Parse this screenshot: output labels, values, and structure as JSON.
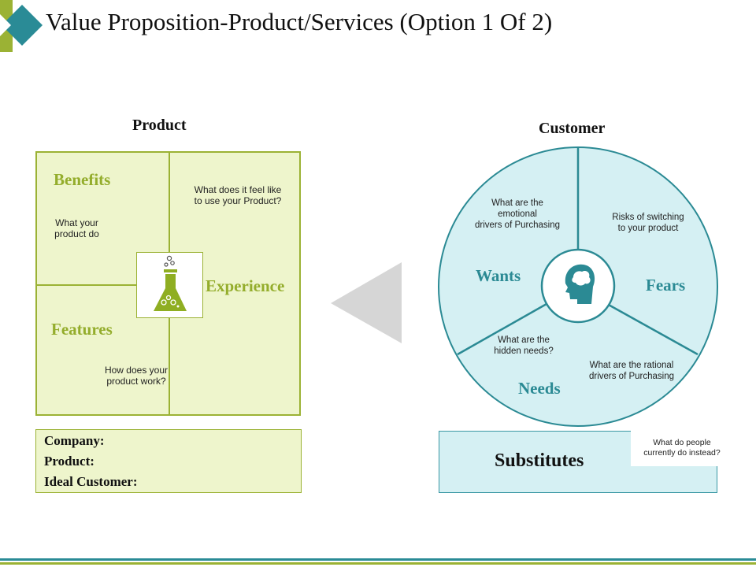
{
  "header": {
    "title": "Value Proposition-Product/Services (Option 1 Of 2)"
  },
  "product": {
    "heading": "Product",
    "benefits": {
      "title": "Benefits",
      "text_lines": [
        "What your",
        "product do"
      ]
    },
    "experience": {
      "title": "Experience",
      "text_lines": [
        "What does it feel like",
        "to use your Product?"
      ]
    },
    "features": {
      "title": "Features",
      "text_lines": [
        "How does your",
        "product work?"
      ]
    }
  },
  "info": {
    "company": "Company:",
    "product": "Product:",
    "ideal_customer": "Ideal Customer:"
  },
  "customer": {
    "heading": "Customer",
    "wants": {
      "title": "Wants",
      "text_lines": [
        "What are the",
        "emotional",
        "drivers of Purchasing"
      ]
    },
    "fears": {
      "title": "Fears",
      "text_lines": [
        "Risks of switching",
        "to your product"
      ]
    },
    "needs": {
      "title": "Needs",
      "hidden_lines": [
        "What are the",
        "hidden needs?"
      ],
      "rational_lines": [
        "What are the rational",
        "drivers of Purchasing"
      ]
    }
  },
  "substitutes": {
    "label": "Substitutes",
    "note_lines": [
      "What do people",
      "currently do instead?"
    ]
  },
  "colors": {
    "green": "#9bb234",
    "green_fill": "#eef5cc",
    "teal": "#2b8a94",
    "teal_fill": "#d5f0f3",
    "arrow_gray": "#d6d6d6"
  },
  "icons": {
    "logo": "diamond-logo-icon",
    "flask": "chemistry-flask-icon",
    "head": "brain-head-icon",
    "arrow": "left-arrow-icon"
  }
}
